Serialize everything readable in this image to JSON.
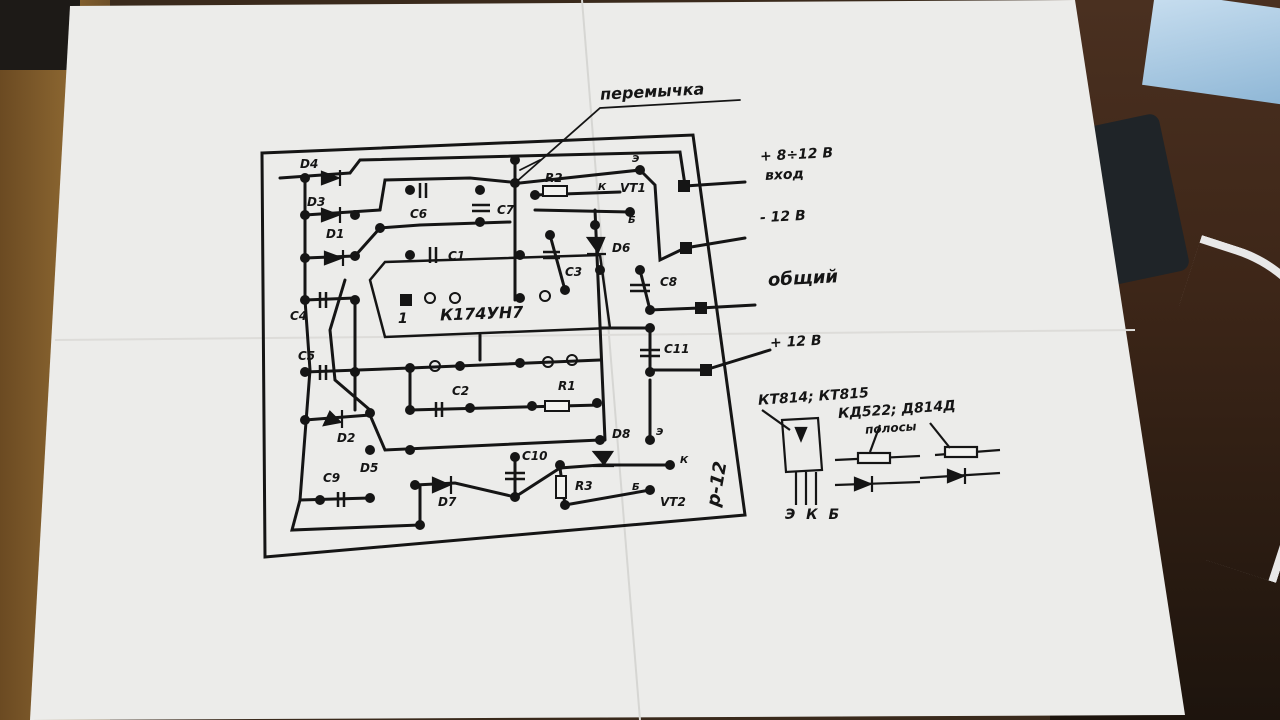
{
  "jumper_label": "перемычка",
  "chip_label": "К174УН7",
  "pin1_label": "1",
  "board_code": "р-12",
  "connectors": {
    "input": "+ 8÷12 В",
    "input_sub": "вход",
    "neg12": "- 12 В",
    "common": "общий",
    "pos12": "+ 12 В"
  },
  "components": {
    "D4": "D4",
    "D3": "D3",
    "D1": "D1",
    "D2": "D2",
    "D5": "D5",
    "D6": "D6",
    "D7": "D7",
    "D8": "D8",
    "C1": "C1",
    "C2": "C2",
    "C3": "C3",
    "C4": "C4",
    "C5": "C5",
    "C6": "C6",
    "C7": "C7",
    "C8": "C8",
    "C9": "C9",
    "C10": "C10",
    "C11": "C11",
    "R1": "R1",
    "R2": "R2",
    "R3": "R3",
    "VT1": "VT1",
    "VT2": "VT2",
    "K1": "К",
    "B1": "Б",
    "E1": "Э",
    "K2": "К",
    "B2": "Б",
    "E2": "Э"
  },
  "legend": {
    "transistors": "КТ814; КТ815",
    "diodes": "КД522; Д814Д",
    "stripes": "полосы",
    "pins": "Э К Б"
  }
}
